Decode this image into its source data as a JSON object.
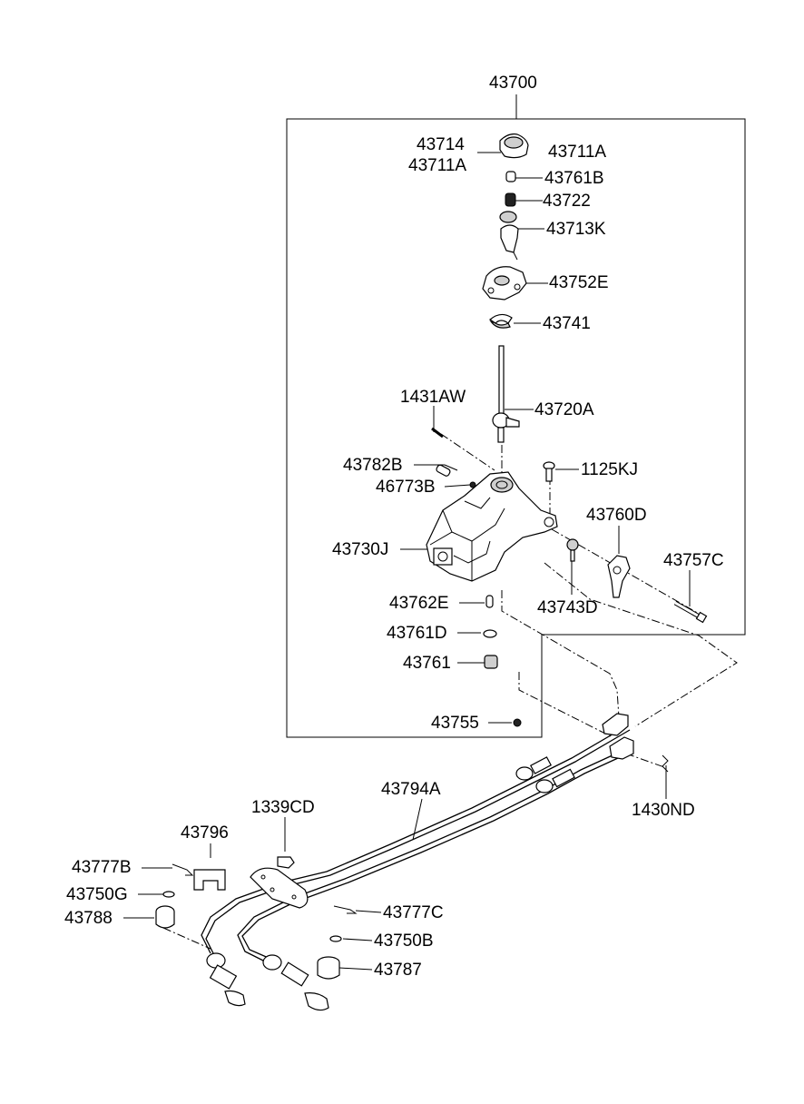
{
  "labels": {
    "p43700": "43700",
    "p43714": "43714",
    "p43711A_left": "43711A",
    "p43711A_right": "43711A",
    "p43761B": "43761B",
    "p43722": "43722",
    "p43713K": "43713K",
    "p43752E": "43752E",
    "p43741": "43741",
    "p1431AW": "1431AW",
    "p43720A": "43720A",
    "p43782B": "43782B",
    "p1125KJ": "1125KJ",
    "p46773B": "46773B",
    "p43760D": "43760D",
    "p43730J": "43730J",
    "p43757C": "43757C",
    "p43762E": "43762E",
    "p43743D": "43743D",
    "p43761D": "43761D",
    "p43761": "43761",
    "p43755": "43755",
    "p43794A": "43794A",
    "p1339CD": "1339CD",
    "p1430ND": "1430ND",
    "p43796": "43796",
    "p43777B": "43777B",
    "p43750G": "43750G",
    "p43788": "43788",
    "p43777C": "43777C",
    "p43750B": "43750B",
    "p43787": "43787"
  }
}
